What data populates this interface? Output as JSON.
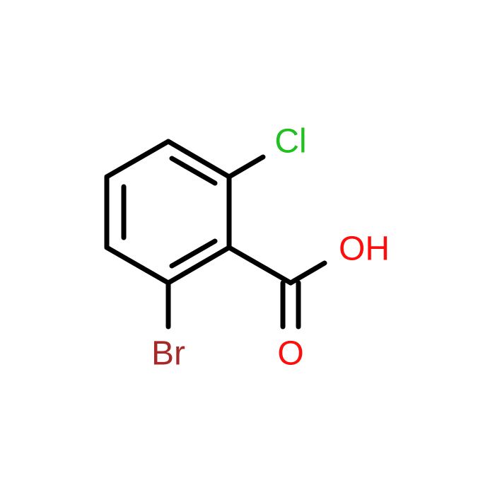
{
  "atoms": {
    "chlorine": {
      "label": "Cl",
      "color": "#1fc01f"
    },
    "hydroxyl": {
      "label": "OH",
      "color": "#ff0d0d"
    },
    "carbonyl_oxygen": {
      "label": "O",
      "color": "#ff0d0d"
    },
    "bromine": {
      "label": "Br",
      "color": "#a62929"
    }
  },
  "bond_color": "#000000"
}
